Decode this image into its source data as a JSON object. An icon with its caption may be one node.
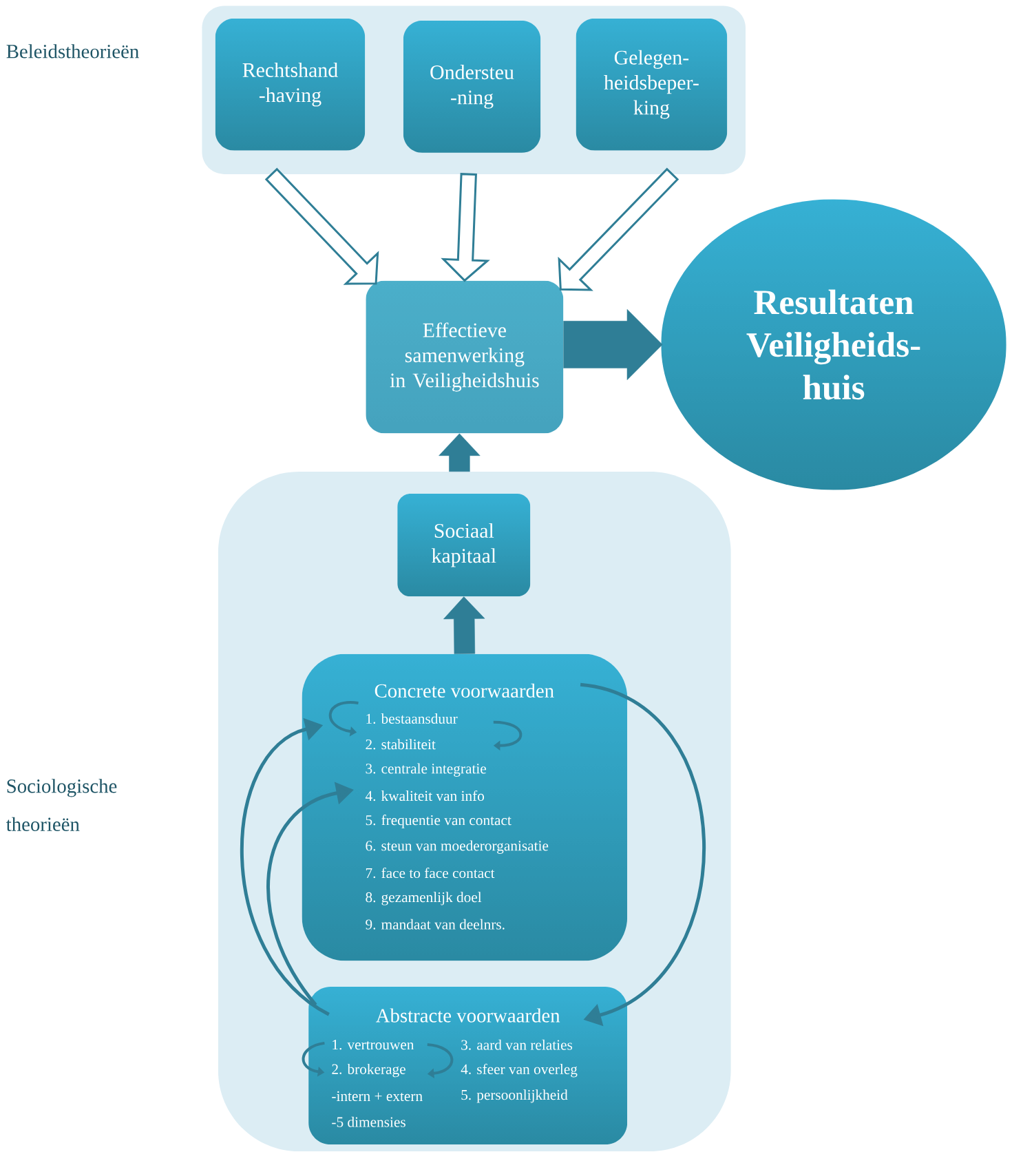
{
  "diagram": {
    "nodes": [
      {
        "text": [],
        "shape": "box",
        "beside": [
          "Beleidstheorieën"
        ]
      },
      {
        "text": [
          "Rechtshand -having"
        ],
        "in": 0
      },
      {
        "text": [
          "Ondersteu -ning"
        ],
        "in": 0
      },
      {
        "text": [
          "Gelegen- heidsbeper- king"
        ],
        "in": 0
      },
      {
        "text": [
          "Effectieve samenwerking in Veiligheidshuis"
        ]
      },
      {
        "text": [
          "Resultaten Veiligheids- huis"
        ]
      },
      {
        "text": [],
        "shape": "box"
      },
      {
        "text": [
          "Sociaal kapitaal"
        ],
        "in": 6
      },
      {
        "text": [
          "Concrete voorwaarden",
          "1. bestaansduur",
          "2. stabiliteit",
          "3. centrale integratie",
          "4. kwaliteit van info",
          "5. frequentie van contact",
          "6. steun van moederorganisatie",
          "7. face to face contact",
          "8. gezamenlijk doel",
          "9. mandaat van deelnrs."
        ],
        "in": 6
      },
      {
        "text": [
          "Abstracte voorwaarden",
          "1. vertrouwen",
          "2. brokerage",
          "-intern + extern",
          "-5 dimensies",
          "3. aard van relaties",
          "4. sfeer van overleg",
          "5. persoonlijkheid"
        ],
        "in": 6
      }
    ],
    "edges": [
      {
        "from": 0,
        "to": 4,
        "arrow": "to",
        "style": "thick"
      },
      {
        "from": 0,
        "to": 4,
        "arrow": "to",
        "style": "thick"
      },
      {
        "from": 0,
        "to": 4,
        "arrow": "to",
        "style": "thick"
      },
      {
        "from": 4,
        "to": 5,
        "arrow": "to",
        "style": "thick"
      },
      {
        "from": 6,
        "to": 4,
        "arrow": "to",
        "style": "thick"
      },
      {
        "from": 8,
        "to": 7,
        "arrow": "to",
        "style": "thick"
      },
      {
        "from": 8,
        "to": 9,
        "arrow": "to"
      },
      {
        "from": 9,
        "to": 8,
        "arrow": "to"
      },
      {
        "from": 9,
        "to": 8,
        "arrow": "to"
      },
      {
        "from": 8,
        "to": 8,
        "arrow": "to"
      },
      {
        "from": 8,
        "to": 8,
        "arrow": "to"
      },
      {
        "from": 9,
        "to": 9,
        "arrow": "to"
      },
      {
        "from": 9,
        "to": 9,
        "arrow": "to"
      }
    ],
    "labels": [
      "Sociologische theorieën"
    ]
  }
}
